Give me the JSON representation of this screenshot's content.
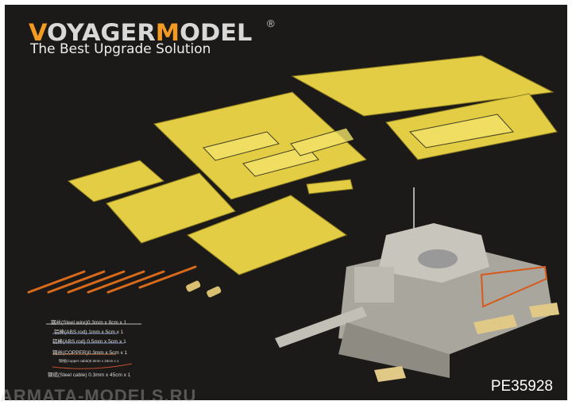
{
  "brand": {
    "logo_v": "V",
    "logo_oyager": "OYAGER",
    "logo_m": "M",
    "logo_odel": "ODEL",
    "registered": "®",
    "tagline": "The Best Upgrade Solution",
    "accent_color": "#f29a22"
  },
  "product_code": "PE35928",
  "watermark": "ARMATA-MODELS.RU",
  "parts_list": [
    "钢丝(Steel wire)0.3mm x 8cm x 1",
    "铝棒(ABS rod) 1mm x 5cm x 1",
    "铝棒(ABS rod) 0.5mm x 5cm x 1",
    "铜丝(COPPER)0.3mm x 5cm x 1",
    "铜线(Copper cable)0.3mm x 15cm x 1",
    "钢缆(Steel cable) 0.3mm x 45cm x 1"
  ],
  "colors": {
    "photo_etch": "#e8d24a",
    "background": "#1b1a18",
    "tank": "#b9b6ad",
    "resin": "#e0a84a"
  }
}
